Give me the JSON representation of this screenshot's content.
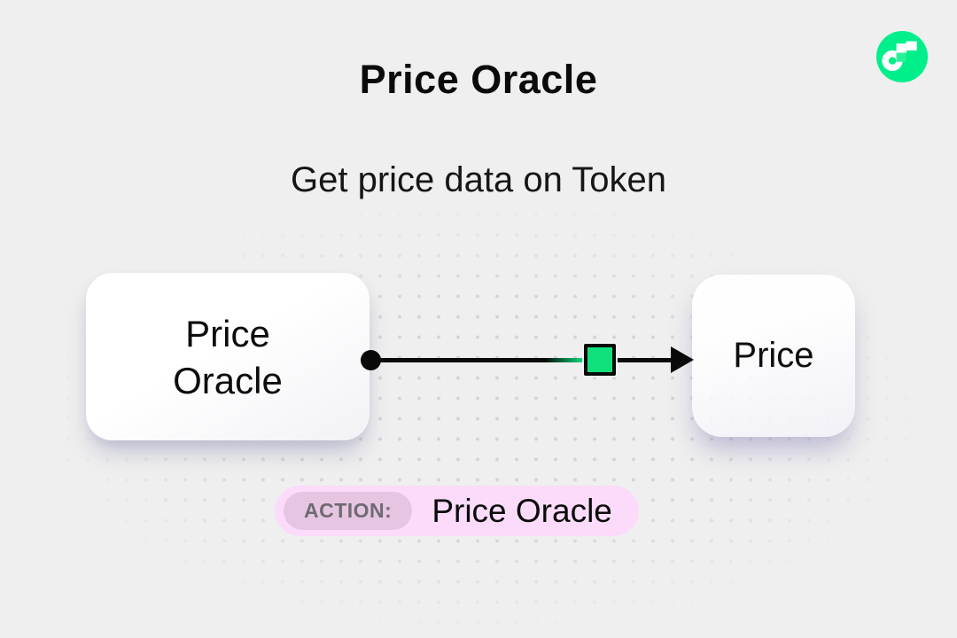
{
  "header": {
    "title": "Price Oracle",
    "subtitle": "Get price data on Token"
  },
  "brand": {
    "logo": "flow-logo"
  },
  "diagram": {
    "source_node": {
      "line1": "Price",
      "line2": "Oracle"
    },
    "target_node": {
      "label": "Price"
    },
    "connector": {
      "style": "arrow-with-square-marker"
    },
    "action": {
      "badge": "ACTION:",
      "value": "Price Oracle"
    }
  },
  "colors": {
    "background": "#EFEFEF",
    "dot_grid": "#D2D2D5",
    "flow_green": "#00EF8B",
    "logo_junction_green": "#2BF298",
    "marker_green": "#10E07C",
    "action_pill_bg": "#FBDBF9",
    "action_badge_bg": "#E6C5E2",
    "action_badge_text": "#6F6A72",
    "node_shadow": "#7A75AF",
    "text": "#0A0A0A"
  }
}
